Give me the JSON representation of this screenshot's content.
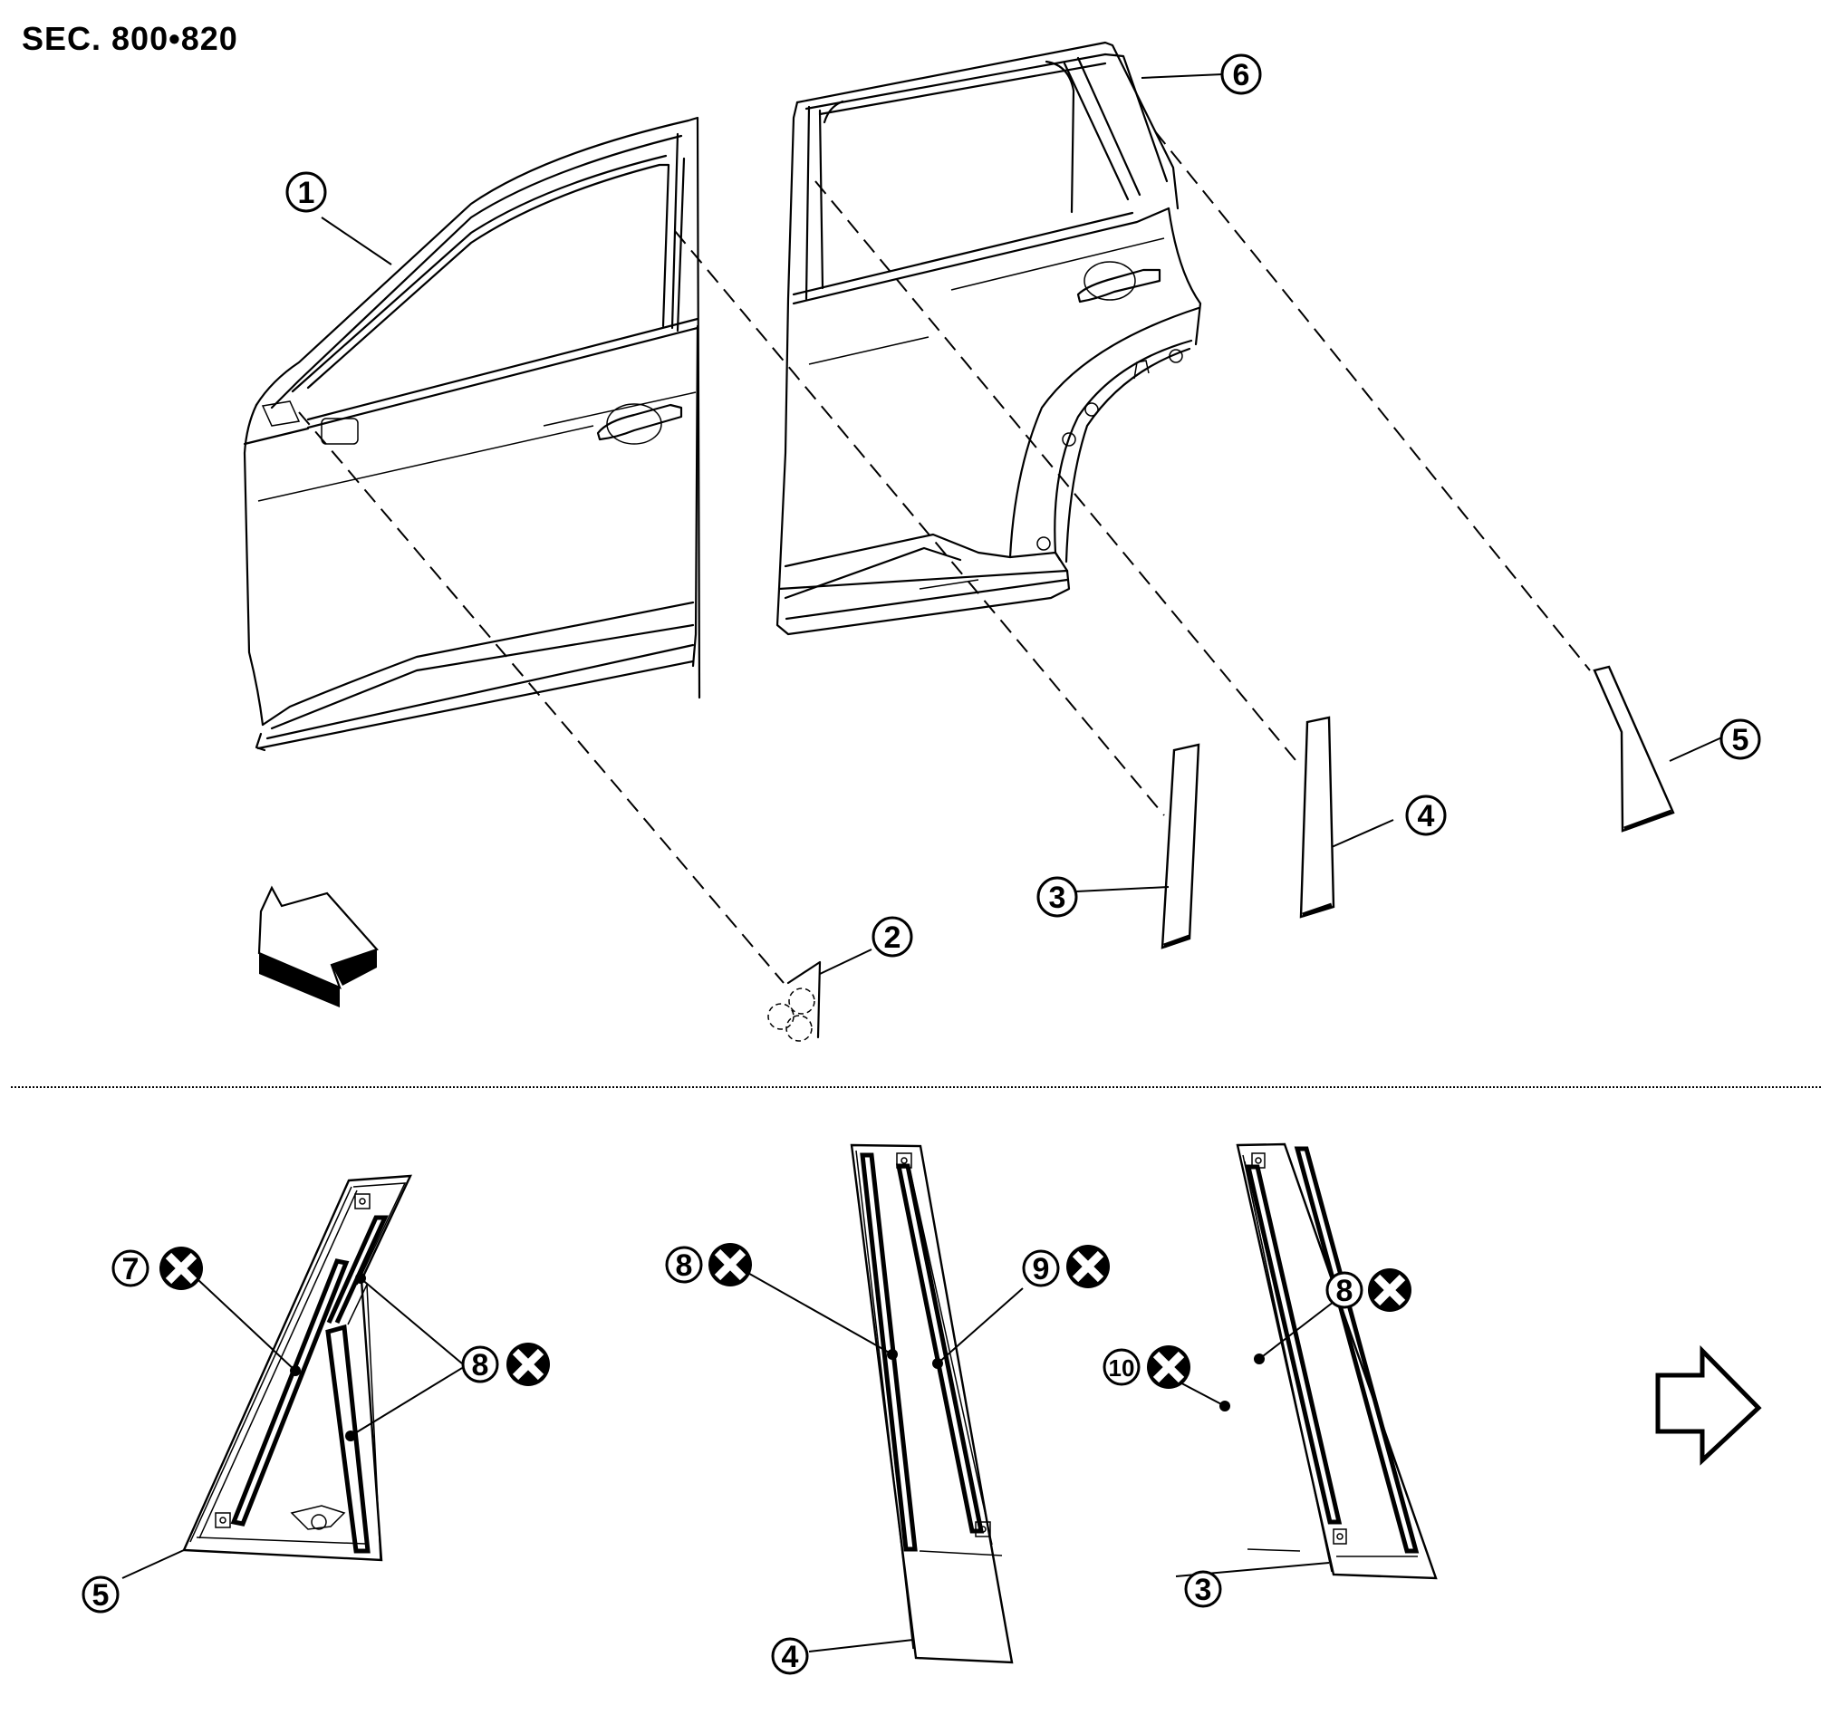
{
  "header": {
    "section_title": "SEC. 800•820"
  },
  "colors": {
    "line": "#000000",
    "background": "#ffffff",
    "replace_badge": "#000000"
  },
  "callouts": {
    "c1": "1",
    "c2": "2",
    "c3": "3",
    "c4": "4",
    "c5": "5",
    "c6": "6",
    "c7": "7",
    "c8": "8",
    "c9": "9",
    "c10": "10"
  },
  "icons": {
    "front_arrow": "front-direction-arrow-icon",
    "continue_arrow": "next-page-arrow-icon",
    "replace_badge": "do-not-reuse-x-icon"
  }
}
